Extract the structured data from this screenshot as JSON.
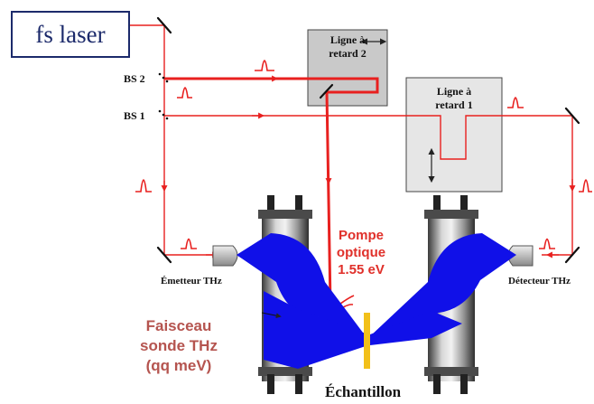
{
  "laser": {
    "label": "fs laser"
  },
  "beamsplitters": {
    "bs2": "BS 2",
    "bs1": "BS 1"
  },
  "delay_line_2": {
    "line1": "Ligne à",
    "line2": "retard 2"
  },
  "delay_line_1": {
    "line1": "Ligne à",
    "line2": "retard 1"
  },
  "pump": {
    "line1": "Pompe",
    "line2": "optique",
    "line3": "1.55 eV"
  },
  "probe": {
    "line1": "Faisceau",
    "line2": "sonde THz",
    "line3": "(qq meV)"
  },
  "emitter": {
    "label": "Émetteur THz"
  },
  "detector": {
    "label": "Détecteur THz"
  },
  "sample": {
    "label": "Échantillon"
  },
  "colors": {
    "laser_beam": "#e8201f",
    "thz_beam": "#1010e8",
    "sample": "#f2c01a",
    "delay_box_2": "#c9c9c9",
    "delay_box_1": "#e6e6e6",
    "frame": "#1c2a6b",
    "probe_text": "#b5544f",
    "pump_text": "#e0302a"
  },
  "icons": [
    "pulse-icon",
    "mirror-icon",
    "double-arrow-icon",
    "parabolic-mirror-icon",
    "antenna-icon"
  ]
}
